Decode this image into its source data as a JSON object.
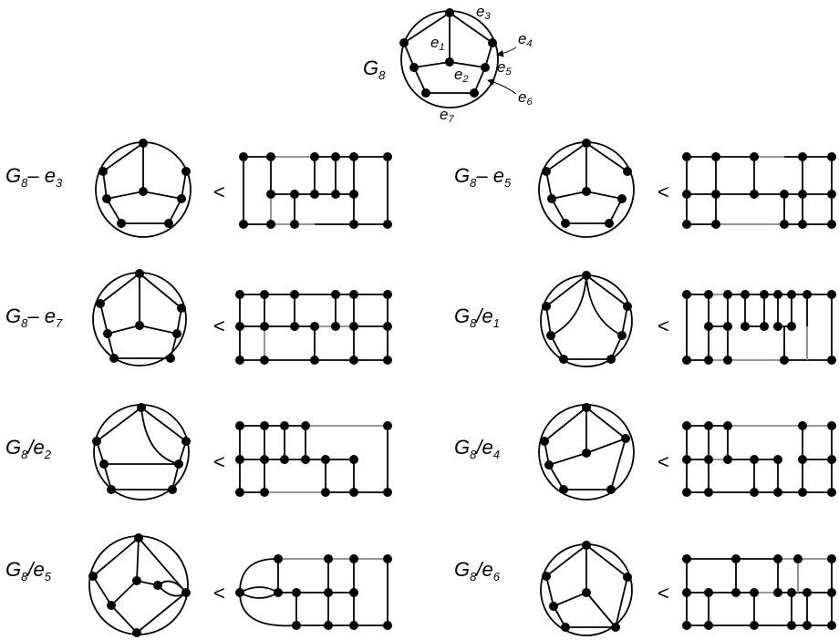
{
  "main_graph": {
    "label": "G",
    "label_sub": "8",
    "edge_labels": [
      {
        "letter": "e",
        "sub": "1"
      },
      {
        "letter": "e",
        "sub": "2"
      },
      {
        "letter": "e",
        "sub": "3"
      },
      {
        "letter": "e",
        "sub": "4"
      },
      {
        "letter": "e",
        "sub": "5"
      },
      {
        "letter": "e",
        "sub": "6"
      },
      {
        "letter": "e",
        "sub": "7"
      }
    ]
  },
  "relation_symbol": "<",
  "rows": [
    {
      "letter": "G",
      "sub": "8",
      "op": "– e",
      "esub": "3"
    },
    {
      "letter": "G",
      "sub": "8",
      "op": "– e",
      "esub": "5"
    },
    {
      "letter": "G",
      "sub": "8",
      "op": "– e",
      "esub": "7"
    },
    {
      "letter": "G",
      "sub": "8",
      "op": "/e",
      "esub": "1"
    },
    {
      "letter": "G",
      "sub": "8",
      "op": "/e",
      "esub": "2"
    },
    {
      "letter": "G",
      "sub": "8",
      "op": "/e",
      "esub": "4"
    },
    {
      "letter": "G",
      "sub": "8",
      "op": "/e",
      "esub": "5"
    },
    {
      "letter": "G",
      "sub": "8",
      "op": "/e",
      "esub": "6"
    }
  ],
  "colors": {
    "stroke": "#000000",
    "grid_gray": "#888888",
    "vertex": "#000000"
  }
}
